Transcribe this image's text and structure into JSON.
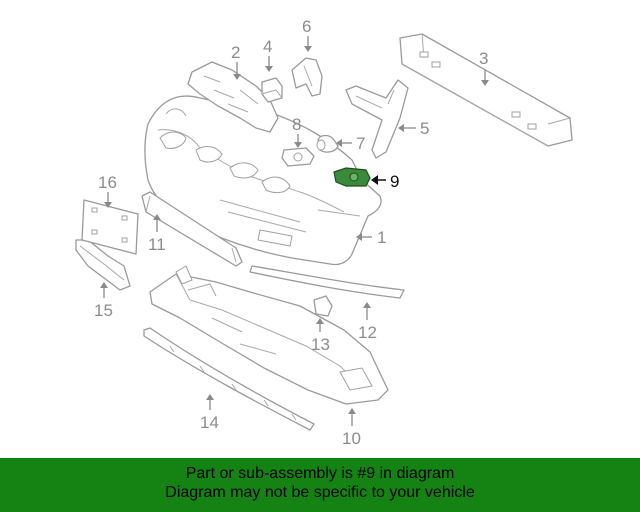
{
  "diagram": {
    "highlighted_part": "9",
    "callouts": {
      "c1": "1",
      "c2": "2",
      "c3": "3",
      "c4": "4",
      "c5": "5",
      "c6": "6",
      "c7": "7",
      "c8": "8",
      "c9": "9",
      "c10": "10",
      "c11": "11",
      "c12": "12",
      "c13": "13",
      "c14": "14",
      "c15": "15",
      "c16": "16"
    },
    "colors": {
      "highlight": "#3a8a3a",
      "line": "#9a9a9a",
      "callout_text": "#8c8c8c"
    }
  },
  "banner": {
    "line1": "Part or sub-assembly is #9 in diagram",
    "line2": "Diagram may not be specific to your vehicle",
    "background": "#148314"
  }
}
